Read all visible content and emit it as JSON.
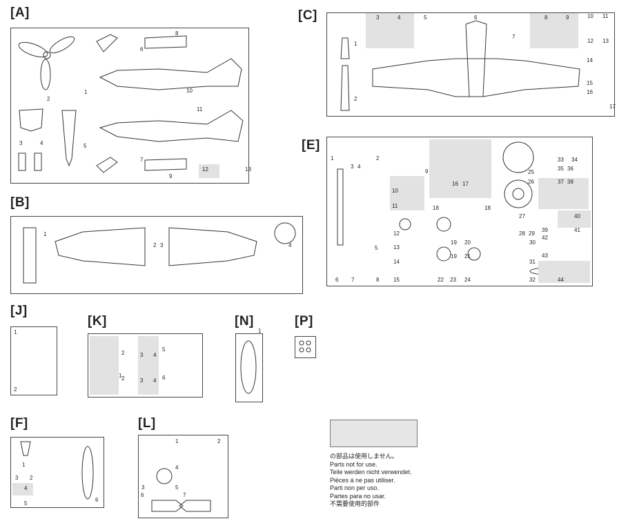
{
  "sprues": [
    {
      "letter": "[A]",
      "parts": [
        "1",
        "2",
        "3",
        "4",
        "5",
        "6",
        "7",
        "8",
        "9",
        "10",
        "11",
        "12",
        "13"
      ]
    },
    {
      "letter": "[C]",
      "parts": [
        "1",
        "2",
        "3",
        "4",
        "5",
        "6",
        "7",
        "8",
        "9",
        "10",
        "11",
        "12",
        "13",
        "14",
        "15",
        "16",
        "17"
      ]
    },
    {
      "letter": "[B]",
      "parts": [
        "1",
        "2",
        "3",
        "4"
      ]
    },
    {
      "letter": "[E]",
      "parts": [
        "1",
        "2",
        "3",
        "4",
        "5",
        "6",
        "7",
        "8",
        "9",
        "10",
        "11",
        "12",
        "13",
        "14",
        "15",
        "16",
        "17",
        "18",
        "18",
        "19",
        "19",
        "20",
        "21",
        "22",
        "23",
        "24",
        "25",
        "26",
        "27",
        "28",
        "29",
        "30",
        "31",
        "32",
        "33",
        "34",
        "35",
        "36",
        "37",
        "38",
        "39",
        "40",
        "41",
        "42",
        "43",
        "44"
      ]
    },
    {
      "letter": "[J]",
      "parts": [
        "1",
        "2"
      ]
    },
    {
      "letter": "[K]",
      "parts": [
        "1",
        "2",
        "2",
        "3",
        "4",
        "3",
        "4",
        "5",
        "6"
      ]
    },
    {
      "letter": "[N]",
      "parts": [
        "1"
      ]
    },
    {
      "letter": "[P]",
      "parts": []
    },
    {
      "letter": "[F]",
      "parts": [
        "1",
        "2",
        "3",
        "4",
        "5",
        "6"
      ]
    },
    {
      "letter": "[L]",
      "parts": [
        "1",
        "2",
        "3",
        "4",
        "5",
        "6",
        "7"
      ]
    }
  ],
  "legend": {
    "swatch_color": "#e6e6e6",
    "lines": [
      "の部品は使用しません。",
      "Parts not for use.",
      "Teile werden nicht verwendet.",
      "Pièces á ne pas utiliser.",
      "Parti non per uso.",
      "Partes para no usar.",
      "不需要使用的部件"
    ]
  }
}
